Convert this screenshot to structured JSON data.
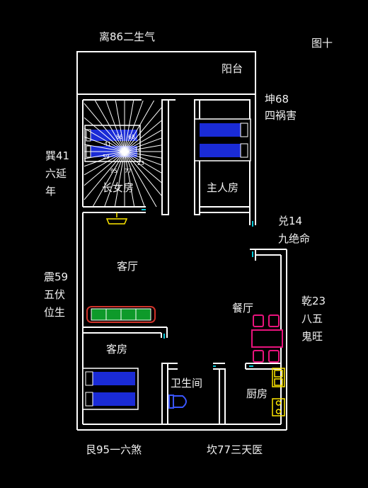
{
  "figure_label": "图十",
  "directions": {
    "top": "离86二生气",
    "top_right": [
      "坤68",
      "四祸害"
    ],
    "right_upper": [
      "兑14",
      "九绝命"
    ],
    "right_middle": [
      "乾23",
      "八五",
      "鬼旺"
    ],
    "left_upper": [
      "巽41",
      "六延",
      "年"
    ],
    "left_middle": [
      "震59",
      "五伏",
      "位生"
    ],
    "bottom_left": "艮95一六煞",
    "bottom_middle": "坎77三天医"
  },
  "rooms": {
    "balcony": "阳台",
    "eldest_daughter_room": "长女房",
    "master_bedroom": "主人房",
    "living_room": "客厅",
    "dining_room": "餐厅",
    "guest_room": "客房",
    "bathroom": "卫生间",
    "kitchen": "厨房"
  },
  "compass_numbers": [
    "41",
    "86",
    "68",
    "59",
    "14",
    "95",
    "77",
    "23"
  ],
  "colors": {
    "background": "#000000",
    "wall": "#ffffff",
    "bed": "#1a2bd6",
    "sofa": "#0e9a2a",
    "dining_furniture": "#e8137c",
    "fixture": "#ffe800",
    "door": "#00c8d8"
  }
}
